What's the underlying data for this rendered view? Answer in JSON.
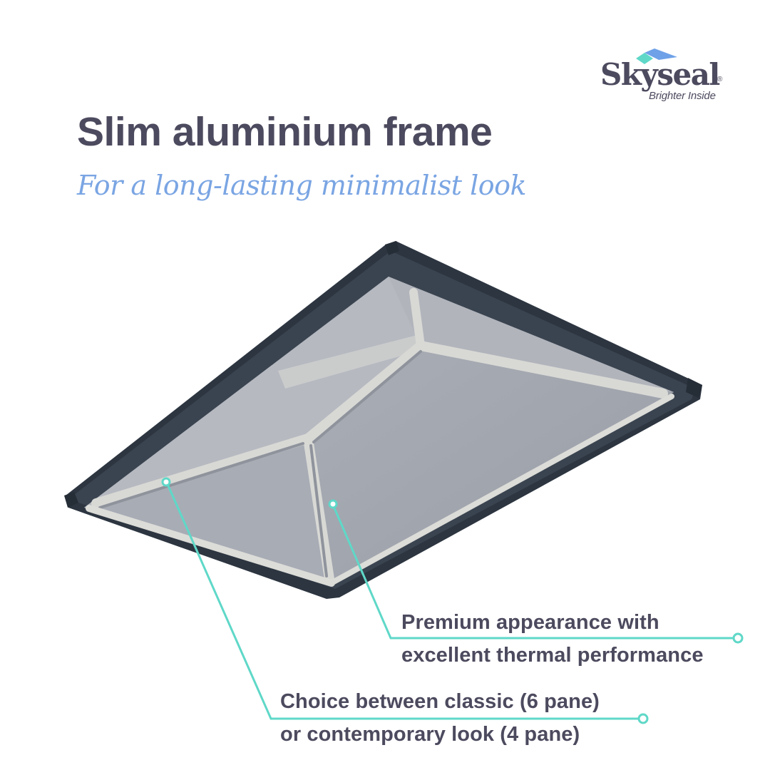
{
  "brand": {
    "name": "Skyseal",
    "registered_mark": "®",
    "tagline": "Brighter Inside",
    "colors": {
      "text": "#4c4a5e",
      "teal": "#5fd8c8",
      "blue": "#6ea1e8"
    }
  },
  "header": {
    "title": "Slim aluminium frame",
    "subtitle": "For a long-lasting minimalist look"
  },
  "illustration": {
    "subject": "roof-lantern-skylight",
    "frame_color": "#2f3843",
    "glass_color": "#a6aab3",
    "glazing_bar_color": "#d9dad6"
  },
  "callouts": [
    {
      "id": "premium",
      "lines": [
        "Premium appearance with",
        "excellent thermal performance"
      ]
    },
    {
      "id": "choice",
      "lines": [
        "Choice between classic (6 pane)",
        "or contemporary look (4 pane)"
      ]
    }
  ],
  "accent_line_color": "#5fd8c8"
}
